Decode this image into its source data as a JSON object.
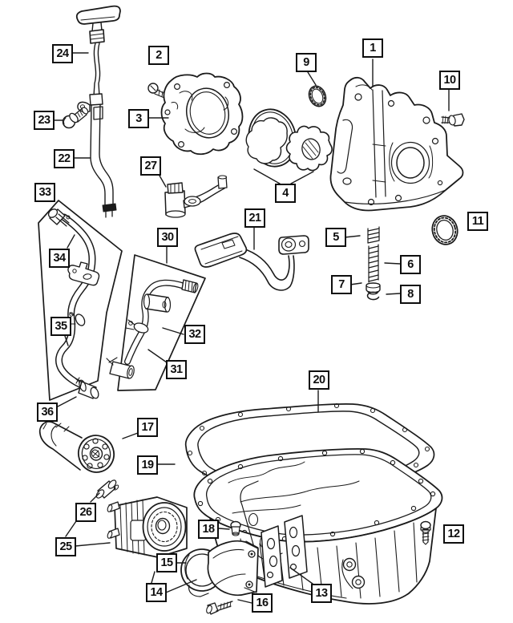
{
  "canvas": {
    "background": "#ffffff",
    "line_color": "#1b1b1b",
    "callout_border": "#0e0e0e",
    "callout_fill": "#ffffff",
    "callout_text_color": "#0e0e0e"
  },
  "callouts": {
    "c1": "1",
    "c2": "2",
    "c3": "3",
    "c4": "4",
    "c5": "5",
    "c6": "6",
    "c7": "7",
    "c8": "8",
    "c9": "9",
    "c10": "10",
    "c11": "11",
    "c12": "12",
    "c13": "13",
    "c14": "14",
    "c15": "15",
    "c16": "16",
    "c17": "17",
    "c18": "18",
    "c19": "19",
    "c20": "20",
    "c21": "21",
    "c22": "22",
    "c23": "23",
    "c24": "24",
    "c25": "25",
    "c26": "26",
    "c27": "27",
    "c30": "30",
    "c31": "31",
    "c32": "32",
    "c33": "33",
    "c34": "34",
    "c35": "35",
    "c36": "36"
  }
}
